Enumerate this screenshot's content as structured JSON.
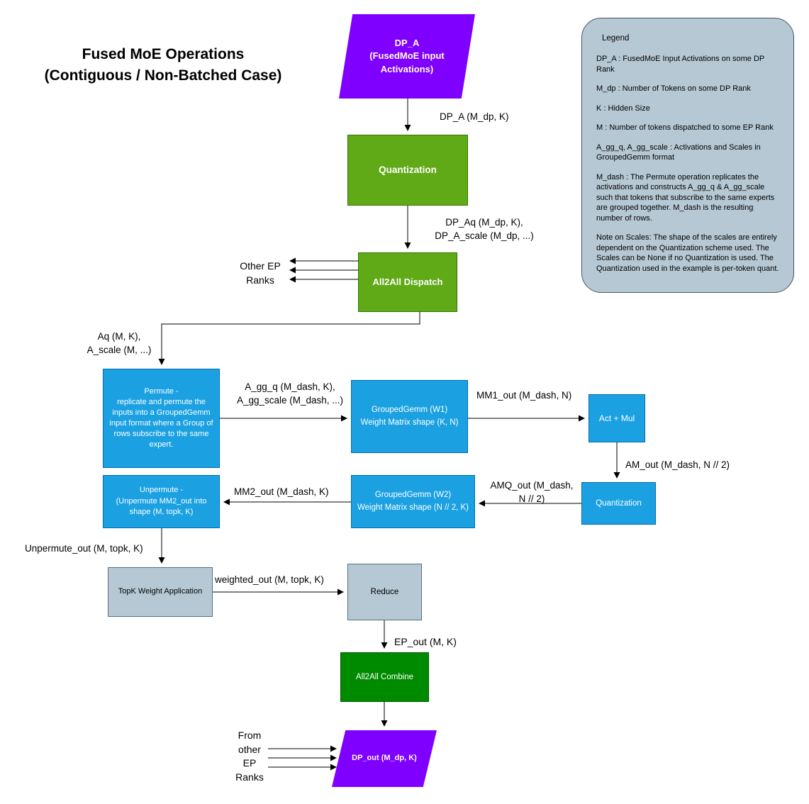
{
  "title": "Fused MoE Operations\n(Contiguous / Non-Batched Case)",
  "nodes": {
    "dp_a": "DP_A\n(FusedMoE input\nActivations)",
    "quant1": "Quantization",
    "dispatch": "All2All Dispatch",
    "permute": "Permute -\nreplicate and permute the\ninputs into a GroupedGemm\ninput format where a Group of\nrows subscribe to the same\nexpert.",
    "gg_w1": "GroupedGemm (W1)\nWeight Matrix shape (K, N)",
    "act_mul": "Act + Mul",
    "quant2": "Quantization",
    "gg_w2": "GroupedGemm (W2)\nWeight Matrix shape (N // 2, K)",
    "unpermute": "Unpermute -\n(Unpermute MM2_out into\nshape (M, topk, K)",
    "topk": "TopK Weight Application",
    "reduce": "Reduce",
    "combine": "All2All Combine",
    "dp_out": "DP_out (M_dp, K)"
  },
  "edges": {
    "dp_a_to_quant": "DP_A (M_dp, K)",
    "quant_to_dispatch": "DP_Aq (M_dp, K),\nDP_A_scale (M_dp, ...)",
    "other_ep_ranks": "Other EP\nRanks",
    "dispatch_to_permute": "Aq (M, K),\nA_scale (M, ...)",
    "permute_to_gg1": "A_gg_q (M_dash, K),\nA_gg_scale (M_dash, ...)",
    "gg1_to_actmul": "MM1_out (M_dash, N)",
    "actmul_to_quant": "AM_out (M_dash, N // 2)",
    "quant_to_gg2": "AMQ_out (M_dash,\nN // 2)",
    "gg2_to_unpermute": "MM2_out (M_dash, K)",
    "unpermute_to_topk": "Unpermute_out (M, topk, K)",
    "topk_to_reduce": "weighted_out (M, topk, K)",
    "reduce_to_combine": "EP_out (M, K)",
    "from_other_ep": "From\nother\nEP\nRanks"
  },
  "legend": {
    "title": "Legend",
    "items": [
      "DP_A : FusedMoE Input Activations on some DP Rank",
      "M_dp : Number of Tokens on some DP Rank",
      "K : Hidden Size",
      "M : Number of tokens dispatched to some EP Rank",
      "A_gg_q, A_gg_scale : Activations and Scales in GroupedGemm format",
      "M_dash : The Permute operation replicates the activations and constructs A_gg_q & A_gg_scale such that tokens that subscribe to the same experts are grouped together. M_dash is the resulting number of rows.",
      "Note on Scales: The shape of the scales are entirely dependent on the Quantization scheme used. The Scales can be None if no Quantization is used. The Quantization used in the example is per-token quant."
    ]
  },
  "colors": {
    "purple": "#7f00ff",
    "green": "#60a917",
    "green_border": "#2d7600",
    "blue": "#1ba1e2",
    "blue_border": "#006eaf",
    "gray": "#b6c8d3",
    "gray_border": "#55707e",
    "dark_green": "#008a00",
    "dark_green_border": "#005700",
    "legend_bg": "#b6c8d3",
    "legend_border": "#40576a"
  }
}
